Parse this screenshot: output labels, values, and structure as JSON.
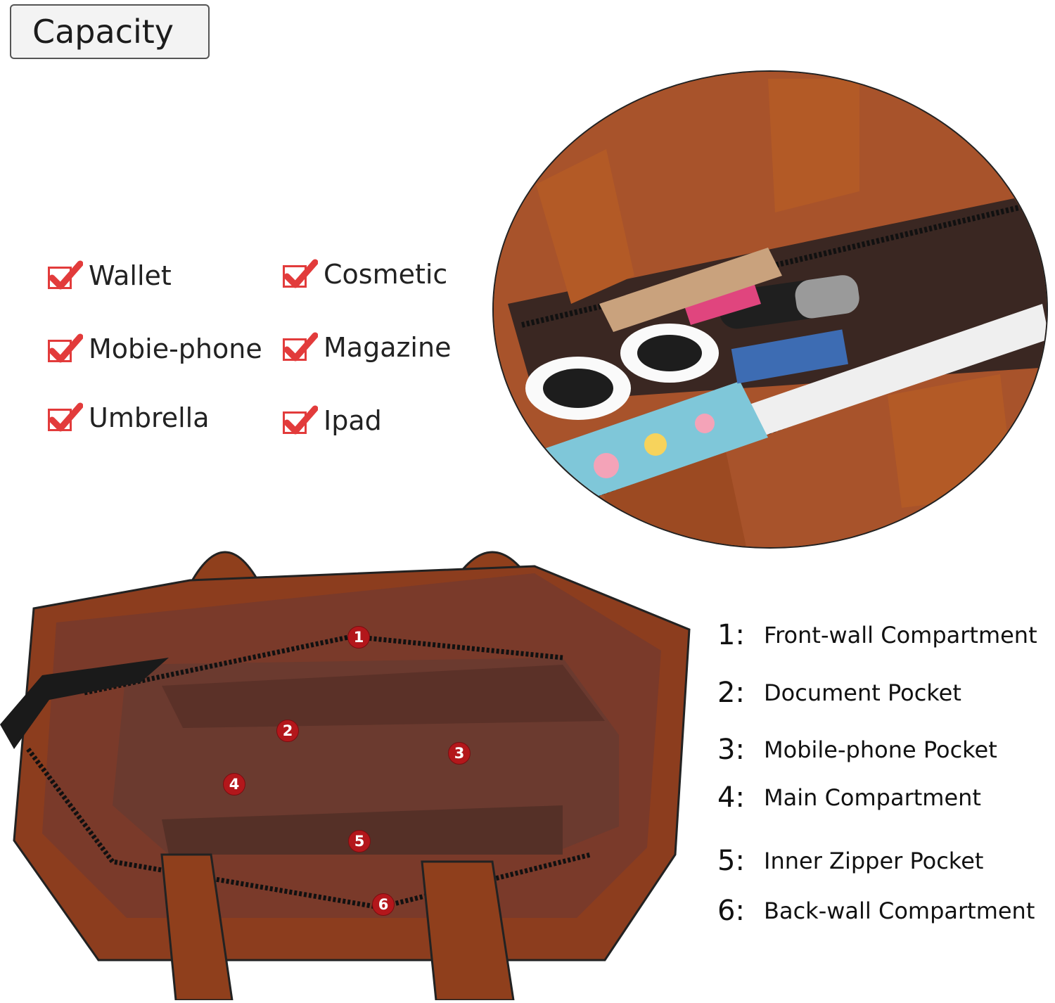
{
  "header": {
    "title": "Capacity"
  },
  "features": [
    {
      "label": "Wallet"
    },
    {
      "label": "Cosmetic"
    },
    {
      "label": "Mobie-phone"
    },
    {
      "label": "Magazine"
    },
    {
      "label": "Umbrella"
    },
    {
      "label": "Ipad"
    }
  ],
  "markers": [
    "1",
    "2",
    "3",
    "4",
    "5",
    "6"
  ],
  "legend": [
    {
      "num": "1:",
      "text": "Front-wall Compartment"
    },
    {
      "num": "2:",
      "text": "Document Pocket"
    },
    {
      "num": "3:",
      "text": "Mobile-phone Pocket"
    },
    {
      "num": "4:",
      "text": "Main Compartment"
    },
    {
      "num": "5:",
      "text": "Inner Zipper Pocket"
    },
    {
      "num": "6:",
      "text": "Back-wall Compartment"
    }
  ],
  "colors": {
    "accent": "#e23b3b",
    "marker": "#b3171b",
    "leather": "#9c4a22",
    "lining": "#6e3c2e"
  }
}
